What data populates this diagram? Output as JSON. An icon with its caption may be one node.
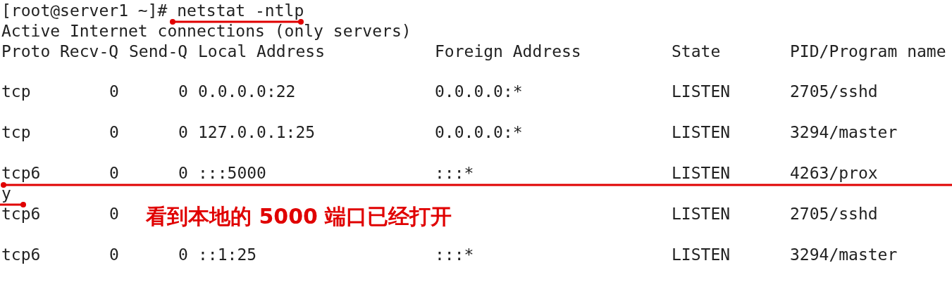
{
  "diagram": {
    "labels": [
      "[root@server1 ~]# netstat -ntlp",
      "Active Internet connections (only servers)",
      "Proto",
      "Recv-Q",
      "Send-Q",
      "Local Address",
      "Foreign Address",
      "State",
      "PID/Program name",
      "tcp",
      "0",
      "0",
      "0.0.0.0:22",
      "0.0.0.0:*",
      "LISTEN",
      "2705/sshd",
      "tcp",
      "0",
      "0",
      "127.0.0.1:25",
      "0.0.0.0:*",
      "LISTEN",
      "3294/master",
      "tcp6",
      "0",
      "0",
      ":::5000",
      ":::*",
      "LISTEN",
      "4263/prox",
      "y",
      "tcp6",
      "0",
      "LISTEN",
      "2705/sshd",
      "tcp6",
      "0",
      "0",
      "::1:25",
      ":::*",
      "LISTEN",
      "3294/master",
      "看到本地的 5000 端口已经打开"
    ]
  }
}
